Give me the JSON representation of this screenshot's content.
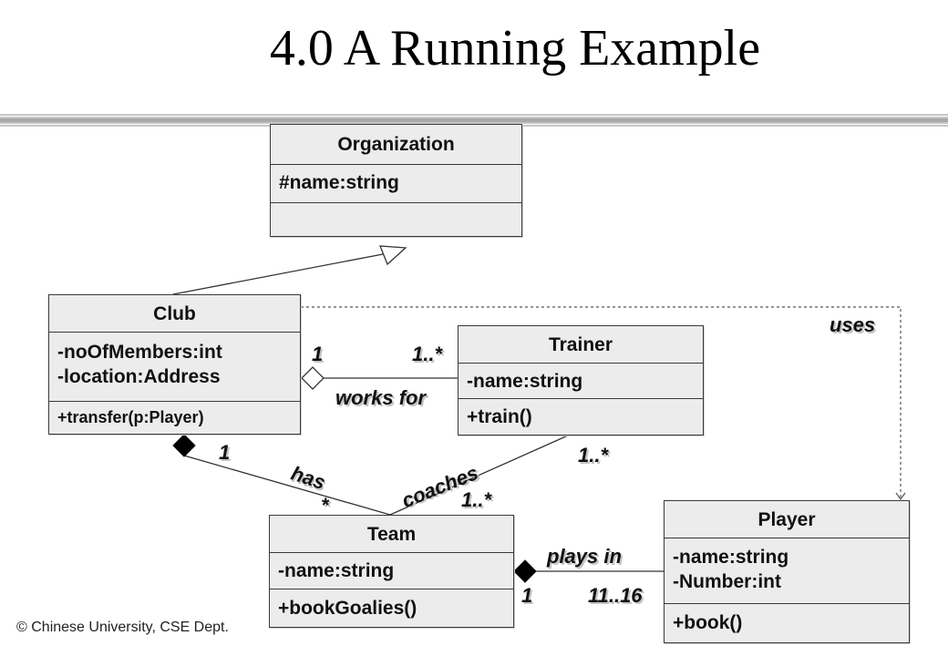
{
  "slide": {
    "title": "4.0 A Running Example",
    "footer": "Chinese University, CSE Dept.",
    "copyright_symbol": "©"
  },
  "classes": {
    "organization": {
      "name": "Organization",
      "attributes": [
        "#name:string"
      ],
      "operations": []
    },
    "club": {
      "name": "Club",
      "attributes": [
        "-noOfMembers:int",
        "-location:Address"
      ],
      "operations": [
        "+transfer(p:Player)"
      ]
    },
    "trainer": {
      "name": "Trainer",
      "attributes": [
        "-name:string"
      ],
      "operations": [
        "+train()"
      ]
    },
    "team": {
      "name": "Team",
      "attributes": [
        "-name:string"
      ],
      "operations": [
        "+bookGoalies()"
      ]
    },
    "player": {
      "name": "Player",
      "attributes": [
        "-name:string",
        "-Number:int"
      ],
      "operations": [
        "+book()"
      ]
    }
  },
  "relationships": {
    "generalization": {
      "from": "Club",
      "to": "Organization",
      "kind": "generalization"
    },
    "works_for": {
      "from": "Trainer",
      "to": "Club",
      "kind": "aggregation",
      "label": "works for",
      "club_mult": "1",
      "trainer_mult": "1..*"
    },
    "has": {
      "from": "Club",
      "to": "Team",
      "kind": "composition",
      "label": "has",
      "club_mult": "1",
      "team_mult": "*"
    },
    "coaches": {
      "from": "Trainer",
      "to": "Team",
      "kind": "association",
      "label": "coaches",
      "trainer_mult": "1..*",
      "team_mult": "1..*"
    },
    "plays_in": {
      "from": "Player",
      "to": "Team",
      "kind": "composition",
      "label": "plays in",
      "team_mult": "1",
      "player_mult": "11..16"
    },
    "uses": {
      "from": "Club",
      "to": "Player",
      "kind": "dependency",
      "label": "uses"
    }
  }
}
